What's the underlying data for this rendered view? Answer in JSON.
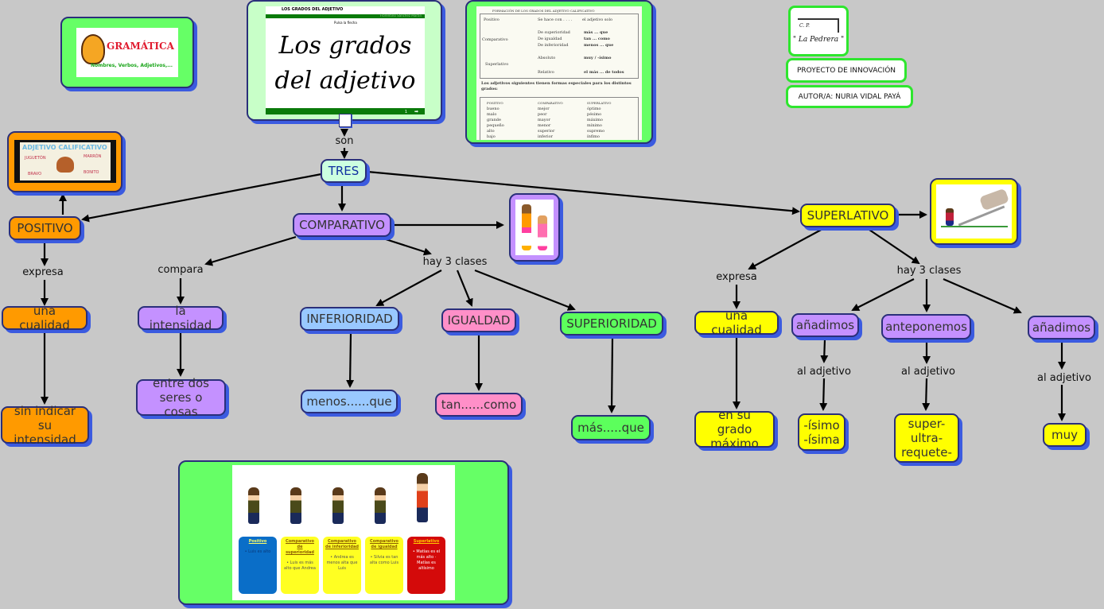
{
  "colors": {
    "background": "#c8c8c8",
    "positivo": "#ff9a00",
    "comparativo": "#c491ff",
    "inferioridad": "#99c8ff",
    "igualdad": "#ff8fc8",
    "superioridad": "#5cff5c",
    "superlativo": "#ffff00",
    "tres": "#ccffe0",
    "border": "#2a2f7a",
    "shadow": "#3b5be0"
  },
  "header": {
    "school_logo_line1": "C. P.",
    "school_logo_line2": "\" La Pedrera \"",
    "project": "PROYECTO DE INNOVACIÓN",
    "author": "AUTOR/A: NURIA VIDAL PAYÁ"
  },
  "gramatica_image": {
    "title": "GRAMÁTICA",
    "subtitle": "Nombres, Verbos, Adjetivos,..."
  },
  "adjetivo_image": {
    "title": "ADJETIVO CALIFICATIVO",
    "words": [
      "JUGUETÓN",
      "MARRÓN",
      "BRAVO",
      "BONITO"
    ]
  },
  "slide": {
    "top_title": "LOS GRADOS DEL ADJETIVO",
    "author": "Florentino Sánchez Martín",
    "hint": "Pulsa la flecha",
    "title_line1": "Los grados",
    "title_line2": "del adjetivo",
    "page": "1"
  },
  "table_image": {
    "title": "FORMACIÓN DE LOS GRADOS DEL ADJETIVO CALIFICATIVO",
    "rows": [
      [
        "Positivo",
        "Se hace con . . . .",
        "el adjetivo solo"
      ],
      [
        "Comparativo",
        "De superioridad",
        "más ... que"
      ],
      [
        "",
        "De igualdad",
        "tan ... como"
      ],
      [
        "",
        "De inferioridad",
        "menos ... que"
      ],
      [
        "Superlativo",
        "Absoluto",
        "muy / -ísimo"
      ],
      [
        "",
        "Relativo",
        "el más ... de todos"
      ]
    ],
    "note": "Los adjetivos siguientes tienen formas especiales para los distintos grados:",
    "headers": [
      "POSITIVO",
      "COMPARATIVO",
      "SUPERLATIVO"
    ],
    "forms": [
      [
        "bueno",
        "mejor",
        "óptimo"
      ],
      [
        "malo",
        "peor",
        "pésimo"
      ],
      [
        "grande",
        "mayor",
        "máximo"
      ],
      [
        "pequeño",
        "menor",
        "mínimo"
      ],
      [
        "alto",
        "superior",
        "supremo"
      ],
      [
        "bajo",
        "inferior",
        "ínfimo"
      ]
    ]
  },
  "map": {
    "son": "son",
    "tres": "TRES",
    "positivo": "POSITIVO",
    "comparativo": "COMPARATIVO",
    "superlativo": "SUPERLATIVO",
    "expresa": "expresa",
    "compara": "compara",
    "hay3_comp": "hay 3 clases",
    "hay3_sup": "hay 3 clases",
    "una_cualidad_pos": "una cualidad",
    "sin_indicar": "sin indicar su intensidad",
    "la_intensidad": "la intensidad",
    "entre_dos": "entre dos seres o cosas",
    "inferioridad": "INFERIORIDAD",
    "igualdad": "IGUALDAD",
    "superioridad": "SUPERIORIDAD",
    "menos_que": "menos......que",
    "tan_como": "tan......como",
    "mas_que": "más.....que",
    "expresa_sup": "expresa",
    "una_cualidad_sup": "una cualidad",
    "en_su_grado": "en su grado máximo",
    "anadimos1": "añadimos",
    "anteponemos": "anteponemos",
    "anadimos2": "añadimos",
    "al_adjetivo1": "al adjetivo",
    "al_adjetivo2": "al adjetivo",
    "al_adjetivo3": "al adjetivo",
    "isimo": "-ísimo -ísima",
    "super": "super- ultra- requete-",
    "muy": "muy"
  },
  "bottom_image": {
    "cards": [
      {
        "title": "Positivo",
        "text": "Luis es alto"
      },
      {
        "title": "Comparativo de superioridad",
        "text": "Luis es más alto que Andrea"
      },
      {
        "title": "Comparativo de inferioridad",
        "text": "Andrea es menos alta que Luis"
      },
      {
        "title": "Comparativo de igualdad",
        "text": "Silvia es tan alta como Luis"
      },
      {
        "title": "Superlativo",
        "text": "Matías es el más alto · Matías es altísimo"
      }
    ]
  }
}
